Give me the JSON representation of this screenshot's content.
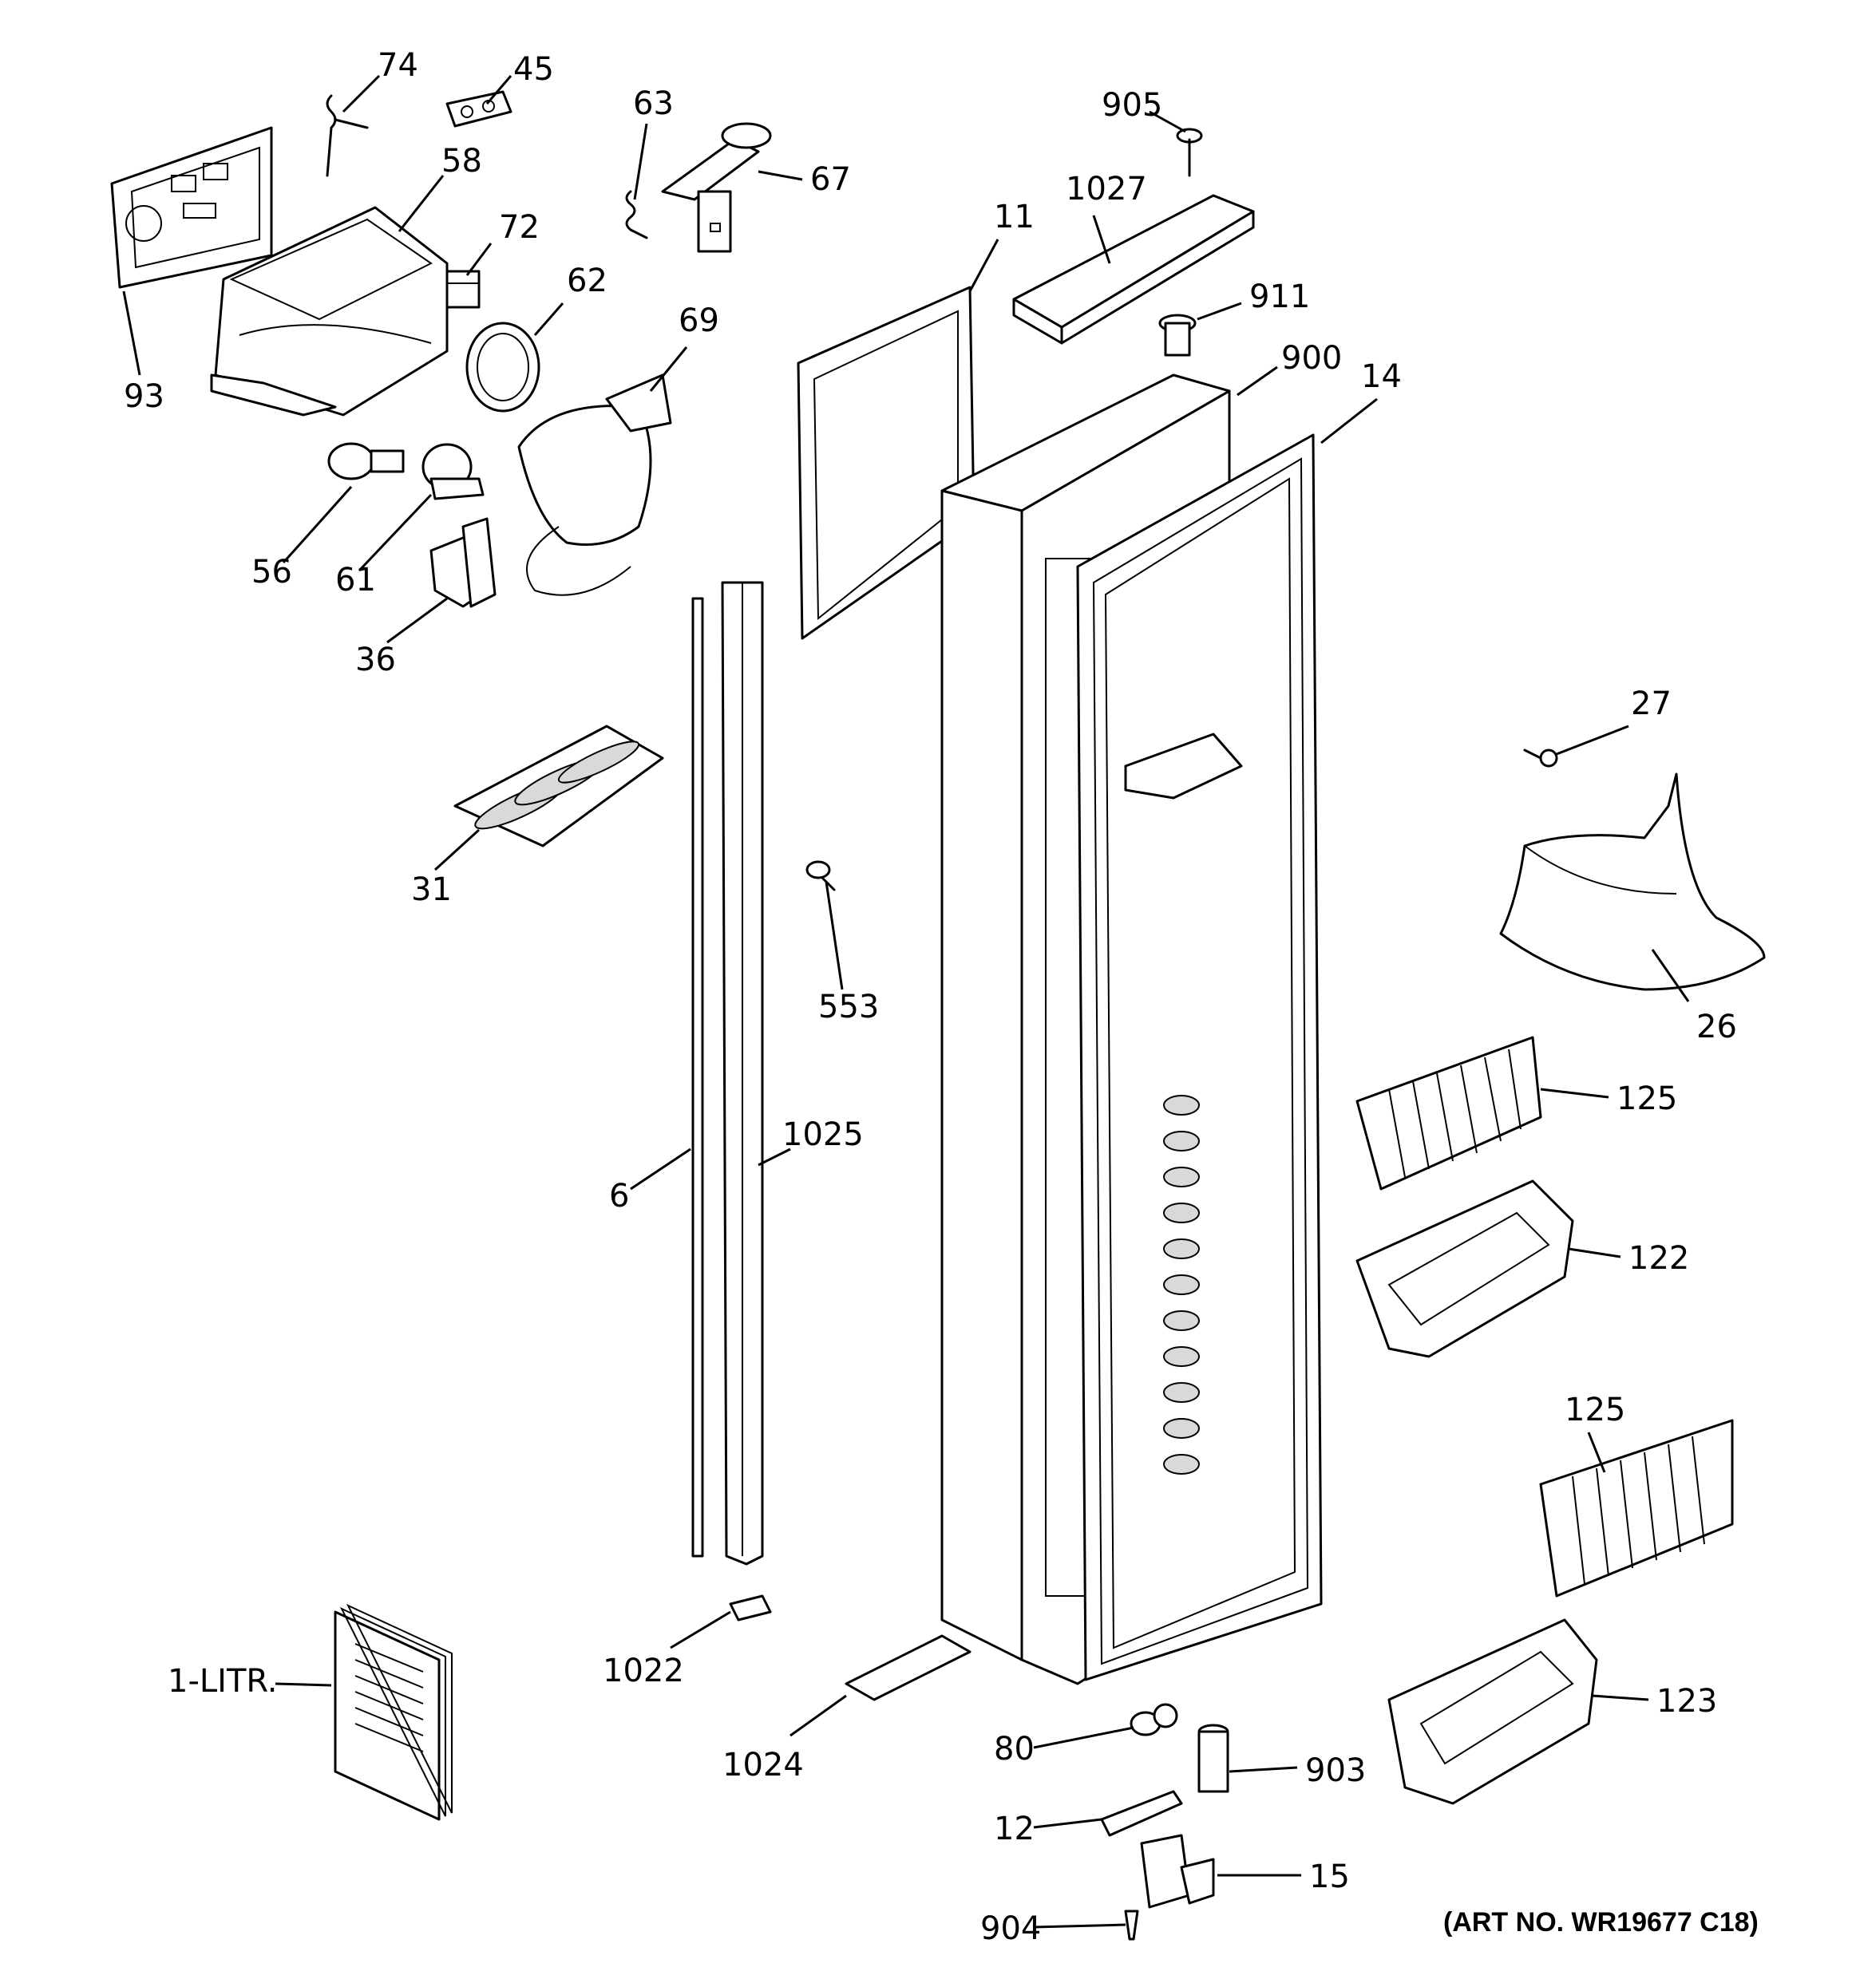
{
  "callouts": {
    "c74": "74",
    "c45": "45",
    "c63": "63",
    "c67": "67",
    "c905": "905",
    "c58": "58",
    "c72": "72",
    "c1027": "1027",
    "c11": "11",
    "c62": "62",
    "c911": "911",
    "c69": "69",
    "c900": "900",
    "c14": "14",
    "c93": "93",
    "c56": "56",
    "c61": "61",
    "c36": "36",
    "c27": "27",
    "c31": "31",
    "c553": "553",
    "c26": "26",
    "c125a": "125",
    "c1025": "1025",
    "c6": "6",
    "c122": "122",
    "c125b": "125",
    "c1022": "1022",
    "c1litr": "1-LITR.",
    "c123": "123",
    "c1024": "1024",
    "c80": "80",
    "c903": "903",
    "c12": "12",
    "c15": "15",
    "c904": "904"
  },
  "art_number": "(ART NO. WR19677 C18)"
}
